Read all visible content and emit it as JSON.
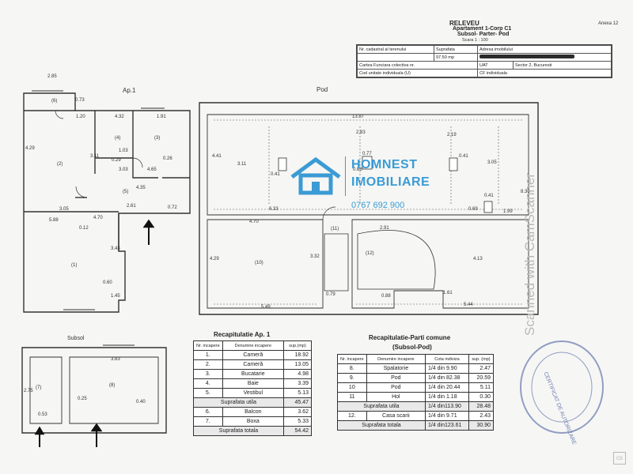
{
  "header": {
    "title": "RELEVEU",
    "subtitle": "Apartament 1-Corp C1",
    "levels": "Subsol- Parter- Pod",
    "scale": "Scara 1 : 100",
    "annex": "Anexa 12"
  },
  "info": {
    "cadastral_label": "Nr. cadastral al terenului",
    "area_label": "Suprafata",
    "address_label": "Adresa imobilului",
    "area_value": "97.50 mp",
    "cf_label": "Cartea Funciara colectiva nr.",
    "uat_label": "UAT",
    "uat_value": "Sector 2, Bucuresti",
    "unit_code_label": "Cod unitate individuala (U)",
    "cf_individual_label": "CF individuala"
  },
  "sections": {
    "ap1": "Ap.1",
    "pod": "Pod",
    "subsol": "Subsol"
  },
  "rooms": {
    "r1": "(1)",
    "r2": "(2)",
    "r3": "(3)",
    "r4": "(4)",
    "r5": "(5)",
    "r6": "(6)",
    "r7": "(7)",
    "r8": "(8)",
    "r10": "(10)",
    "r11": "(11)",
    "r12": "(12)"
  },
  "dims": {
    "d_285": "2.85",
    "d_073": "0.73",
    "d_120": "1.20",
    "d_432": "4.32",
    "d_191": "1.91",
    "d_429": "4.29",
    "d_311": "3.11",
    "d_103": "1.03",
    "d_303": "3.03",
    "d_465": "4.65",
    "d_029": "0.29",
    "d_026": "0.26",
    "d_435": "4.35",
    "d_261": "2.61",
    "d_072": "0.72",
    "d_305": "3.05",
    "d_470": "4.70",
    "d_588": "5.88",
    "d_012": "0.12",
    "d_343": "3.43",
    "d_060": "0.60",
    "d_145": "1.45",
    "d_1387": "13.87",
    "d_441": "4.41",
    "d_283": "2.83",
    "d_219": "2.19",
    "d_077": "0.77",
    "d_041a": "0.41",
    "d_041b": "0.41",
    "d_041c": "0.41",
    "d_305b": "3.05",
    "d_088": "0.88",
    "d_633": "6.33",
    "d_830": "8.30",
    "d_069": "0.69",
    "d_199": "1.99",
    "d_470b": "4.70",
    "d_291": "2.91",
    "d_332": "3.32",
    "d_079": "0.79",
    "d_161": "1.61",
    "d_549": "5.49",
    "d_544": "5.44",
    "d_088b": "0.88",
    "d_413": "4.13",
    "d_383": "3.83",
    "d_040": "0.40",
    "d_053": "0.53",
    "d_025": "0.25",
    "d_275": "2.75"
  },
  "ap_table": {
    "title": "Recapitulatie Ap. 1",
    "head": [
      "Nr. incapere",
      "Denumire incapere",
      "sup.(mp)"
    ],
    "rows": [
      [
        "1.",
        "Cameră",
        "18.92"
      ],
      [
        "2.",
        "Cameră",
        "13.05"
      ],
      [
        "3.",
        "Bucatarie",
        "4.98"
      ],
      [
        "4.",
        "Baie",
        "3.39"
      ],
      [
        "5.",
        "Vestibul",
        "5.13"
      ]
    ],
    "util_label": "Suprafata utila",
    "util_value": "45.47",
    "extra": [
      [
        "6.",
        "Balcon",
        "3.62"
      ],
      [
        "7.",
        "Boxa",
        "5.33"
      ]
    ],
    "total_label": "Suprafata totala",
    "total_value": "54.42"
  },
  "common_table": {
    "title": "Recapitulatie-Parti comune",
    "subtitle": "(Subsol-Pod)",
    "head": [
      "Nr. incapere",
      "Denumire incapere",
      "Cota indiviza",
      "sup. (mp)"
    ],
    "rows": [
      [
        "8.",
        "Spalatorie",
        "1/4 din 9.90",
        "2.47"
      ],
      [
        "9.",
        "Pod",
        "1/4 din 82.38",
        "20.59"
      ],
      [
        "10",
        "Pod",
        "1/4 din 20.44",
        "5.11"
      ],
      [
        "11",
        "Hol",
        "1/4 din 1.18",
        "0.30"
      ]
    ],
    "util_label": "Suprafata utila",
    "util_quota": "1/4 din113.90",
    "util_value": "28.48",
    "extra": [
      [
        "12.",
        "Casa scarii",
        "1/4 din 9.71",
        "2.43"
      ]
    ],
    "total_label": "Suprafata totala",
    "total_quota": "1/4 din123.61",
    "total_value": "30.90"
  },
  "watermark": {
    "brand_line1": "HOMNEST",
    "brand_line2": "IMOBILIARE",
    "phone": "0767 692 900"
  },
  "scanner": "Scanned with CamScanner",
  "stamp": {
    "text": "CERTIFICAT DE AUTORIZARE"
  },
  "colors": {
    "logo": "#3a9bd5",
    "line": "#333333"
  }
}
